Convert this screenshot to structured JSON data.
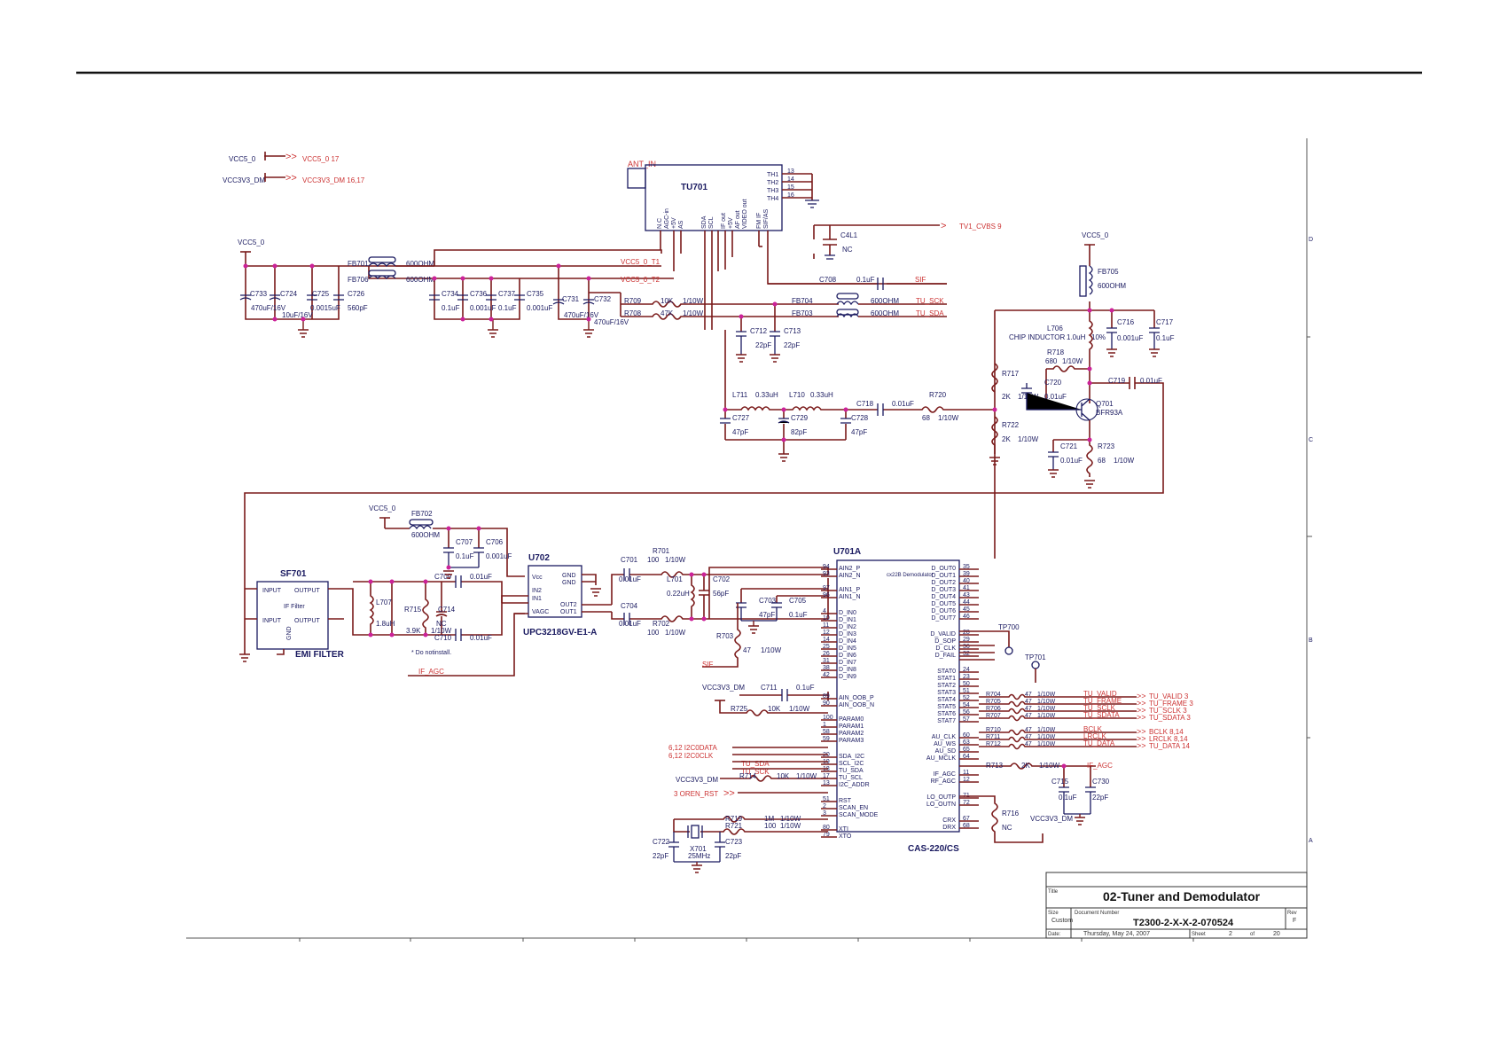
{
  "power_rails": [
    {
      "net": "VCC5_0",
      "ref": "VCC5_0  17"
    },
    {
      "net": "VCC3V3_DM",
      "ref": "VCC3V3_DM  16,17"
    }
  ],
  "tuner": {
    "connector": "ANT_IN",
    "ref": "TU701",
    "th_pins": [
      "TH1",
      "TH2",
      "TH3",
      "TH4"
    ],
    "th_nums": [
      "13",
      "14",
      "15",
      "16"
    ],
    "pins": [
      "N.C",
      "AGC-in",
      "+5V",
      "AS",
      "SDA",
      "SCL",
      "IF out",
      "+5V",
      "AF out",
      "VIDEO out",
      "FM IF",
      "SIF/AS"
    ],
    "output_label": "TV1_CVBS  9",
    "cap": "C4L1",
    "cap_val": "NC"
  },
  "supply_section": {
    "vcc_label": "VCC5_0",
    "fb701": "FB701",
    "fb706": "FB706",
    "fb_val": "600OHM",
    "rail1": "VCC5_0_T1",
    "rail2": "VCC5_0_T2",
    "caps": [
      {
        "ref": "C733",
        "val": "470uF/16V"
      },
      {
        "ref": "C724",
        "val": "10uF/16V"
      },
      {
        "ref": "C725",
        "val": "0.0015uF"
      },
      {
        "ref": "C726",
        "val": "560pF"
      },
      {
        "ref": "C734",
        "val": "0.1uF"
      },
      {
        "ref": "C736",
        "val": "0.001uF"
      },
      {
        "ref": "C737",
        "val": "0.1uF"
      },
      {
        "ref": "C735",
        "val": "0.001uF"
      },
      {
        "ref": "C731",
        "val": "470uF/16V"
      },
      {
        "ref": "C732",
        "val": "470uF/16V"
      }
    ]
  },
  "i2c_section": {
    "r709": "R709",
    "r709_val": "10K",
    "r709_pw": "1/10W",
    "r708": "R708",
    "r708_val": "47K",
    "r708_pw": "1/10W",
    "fb704": "FB704",
    "fb703": "FB703",
    "fb_val1": "600OHM",
    "fb_val2": "600OHM",
    "net_sck": "TU_SCK",
    "net_sda": "TU_SDA",
    "c708": "C708",
    "c708_val": "0.1uF",
    "sif": "SIF",
    "c712": "C712",
    "c712_val": "22pF",
    "c713": "C713",
    "c713_val": "22pF"
  },
  "if_amp": {
    "vcc_label": "VCC5_0",
    "fb705": "FB705",
    "fb705_val": "600OHM",
    "l706": "L706",
    "l706_desc": "CHIP INDUCTOR",
    "l706_val": "1.0uH",
    "l706_tol": "10%",
    "c716": "C716",
    "c716_val": "0.001uF",
    "c717": "C717",
    "c717_val": "0.1uF",
    "r717": "R717",
    "r717_val": "2K",
    "r717_pw": "1/10W",
    "r718": "R718",
    "r718_val": "680",
    "r718_pw": "1/10W",
    "c720": "C720",
    "c720_val": "0.01uF",
    "c719": "C719",
    "c719_val": "0.01uF",
    "q701": "Q701",
    "q701_type": "BFR93A",
    "r722": "R722",
    "r722_val": "2K",
    "r722_pw": "1/10W",
    "c721": "C721",
    "c721_val": "0.01uF",
    "r723": "R723",
    "r723_val": "68",
    "r723_pw": "1/10W",
    "l711": "L711",
    "l711_val": "0.33uH",
    "l710": "L710",
    "l710_val": "0.33uH",
    "c718": "C718",
    "c718_val": "0.01uF",
    "r720": "R720",
    "r720_val": "68",
    "r720_pw": "1/10W",
    "c727": "C727",
    "c727_val": "47pF",
    "c729": "C729",
    "c729_val": "82pF",
    "c728": "C728",
    "c728_val": "47pF"
  },
  "saw_filter": {
    "ref": "SF701",
    "title": "EMI FILTER",
    "pins": [
      "INPUT",
      "OUTPUT",
      "INPUT",
      "OUTPUT",
      "GND"
    ],
    "inner": "IF Filter",
    "vcc_label": "VCC5_0",
    "fb702": "FB702",
    "fb702_val": "600OHM",
    "c707": "C707",
    "c707_val": "0.1uF",
    "c706": "C706",
    "c706_val": "0.001uF",
    "l707": "L707",
    "l707_val": "1.8uH",
    "r715": "R715",
    "r715_val": "3.9K",
    "c714": "C714",
    "c714_val": "NC",
    "c714_pw": "1/10W",
    "c709": "C709",
    "c709_val": "0.01uF",
    "c710": "C710",
    "c710_val": "0.01uF",
    "note": "* Do notinstall.",
    "if_agc": "IF_AGC"
  },
  "u702": {
    "ref": "U702",
    "part": "UPC3218GV-E1-A",
    "pins": [
      "Vcc",
      "IN2",
      "IN1",
      "VAGC",
      "GND",
      "GND",
      "OUT2",
      "OUT1"
    ]
  },
  "mid_section": {
    "c701": "C701",
    "c701_val": "0.01uF",
    "c704": "C704",
    "c704_val": "0.01uF",
    "r701": "R701",
    "r701_val": "100",
    "r701_pw": "1/10W",
    "r702": "R702",
    "r702_val": "100",
    "r702_pw": "1/10W",
    "l701": "L701",
    "l701_val": "0.22uH",
    "c702": "C702",
    "c702_val": "56pF",
    "c703": "C703",
    "c703_val": "47pF",
    "c705": "C705",
    "c705_val": "0.1uF",
    "r703": "R703",
    "r703_val": "47",
    "r703_pw": "1/10W",
    "sif": "SIF",
    "vcc_dm": "VCC3V3_DM",
    "c711": "C711",
    "c711_val": "0.1uF",
    "r725": "R725",
    "r725_val": "10K",
    "r725_pw": "1/10W"
  },
  "u701a": {
    "ref": "U701A",
    "part": "CAS-220/CS",
    "inner": "cx22B Demodulator",
    "left_pins": [
      "AIN2_P",
      "AIN2_N",
      "AIN1_P",
      "AIN1_N",
      "D_IN0",
      "D_IN1",
      "D_IN2",
      "D_IN3",
      "D_IN4",
      "D_IN5",
      "D_IN6",
      "D_IN7",
      "D_IN8",
      "D_IN9",
      "AIN_OOB_P",
      "AIN_OOB_N",
      "PARAM0",
      "PARAM1",
      "PARAM2",
      "PARAM3",
      "SDA_I2C",
      "SCL_I2C",
      "TU_SDA",
      "TU_SCL",
      "I2C_ADDR",
      "RST",
      "SCAN_EN",
      "SCAN_MODE",
      "XTI",
      "XTO"
    ],
    "left_nums": [
      "94",
      "93",
      "97",
      "96",
      "4",
      "10",
      "11",
      "12",
      "14",
      "25",
      "26",
      "31",
      "38",
      "42",
      "89",
      "90",
      "100",
      "1",
      "58",
      "59",
      "20",
      "19",
      "18",
      "17",
      "13",
      "51",
      "2",
      "3",
      "80",
      "79"
    ],
    "right_pins": [
      "D_OUT0",
      "D_OUT1",
      "D_OUT2",
      "D_OUT3",
      "D_OUT4",
      "D_OUT5",
      "D_OUT6",
      "D_OUT7",
      "D_VALID",
      "D_SOP",
      "D_CLK",
      "D_FAIL",
      "STAT0",
      "STAT1",
      "STAT2",
      "STAT3",
      "STAT4",
      "STAT5",
      "STAT6",
      "STAT7",
      "AU_CLK",
      "AU_WS",
      "AU_SD",
      "AU_MCLK",
      "IF_AGC",
      "RF_AGC",
      "LO_OUTP",
      "LO_OUTN",
      "CRX",
      "DRX"
    ],
    "right_nums": [
      "35",
      "39",
      "40",
      "41",
      "43",
      "44",
      "45",
      "46",
      "28",
      "29",
      "36",
      "32",
      "24",
      "23",
      "50",
      "51",
      "52",
      "54",
      "56",
      "57",
      "60",
      "63",
      "65",
      "64",
      "11",
      "12",
      "71",
      "72",
      "67",
      "68"
    ]
  },
  "out_section": {
    "tp700": "TP700",
    "tp701": "TP701",
    "rows": [
      {
        "ref": "R704",
        "val": "47",
        "pw": "1/10W",
        "net": "TU_VALID",
        "out": "TU_VALID  3"
      },
      {
        "ref": "R705",
        "val": "47",
        "pw": "1/10W",
        "net": "TU_FRAME",
        "out": "TU_FRAME  3"
      },
      {
        "ref": "R706",
        "val": "47",
        "pw": "1/10W",
        "net": "TU_SCLK",
        "out": "TU_SCLK  3"
      },
      {
        "ref": "R707",
        "val": "47",
        "pw": "1/10W",
        "net": "TU_SDATA",
        "out": "TU_SDATA  3"
      },
      {
        "ref": "R710",
        "val": "47",
        "pw": "1/10W",
        "net": "BCLK",
        "out": "BCLK  8,14"
      },
      {
        "ref": "R711",
        "val": "47",
        "pw": "1/10W",
        "net": "LRCLK",
        "out": "LRCLK  8,14"
      },
      {
        "ref": "R712",
        "val": "47",
        "pw": "1/10W",
        "net": "TU_DATA",
        "out": "TU_DATA  14"
      }
    ],
    "r713": "R713",
    "r713_val": "2K",
    "r713_pw": "1/10W",
    "if_agc": "IF_AGC",
    "c715": "C715",
    "c715_val": "0.1uF",
    "c730": "C730",
    "c730_val": "22pF",
    "r716": "R716",
    "r716_val": "NC",
    "vcc_dm": "VCC3V3_DM"
  },
  "ctrl_section": {
    "i2c_data": "6,12  I2C0DATA",
    "i2c_clk": "6,12  I2C0CLK",
    "tu_sda": "TU_SDA",
    "tu_sck": "TU_SCK",
    "vcc_dm": "VCC3V3_DM",
    "r714": "R714",
    "r714_val": "10K",
    "r714_pw": "1/10W",
    "rst": "3  OREN_RST",
    "r719": "R719",
    "r719_val": "1M",
    "r719_pw": "1/10W",
    "r721": "R721",
    "r721_val": "100",
    "r721_pw": "1/10W",
    "c722": "C722",
    "c722_val": "22pF",
    "x701": "X701",
    "x701_val": "25MHz",
    "c723": "C723",
    "c723_val": "22pF"
  },
  "title_block": {
    "title_label": "Title",
    "title": "02-Tuner and Demodulator",
    "size_label": "Size",
    "size": "Custom",
    "doc_label": "Document Number",
    "doc": "T2300-2-X-X-2-070524",
    "rev_label": "Rev",
    "rev": "F",
    "date_label": "Date:",
    "date": "Thursday, May 24, 2007",
    "sheet_label": "Sheet",
    "sheet": "2",
    "of_label": "of",
    "of": "20"
  },
  "border_marks": [
    "D",
    "C",
    "B",
    "A"
  ]
}
